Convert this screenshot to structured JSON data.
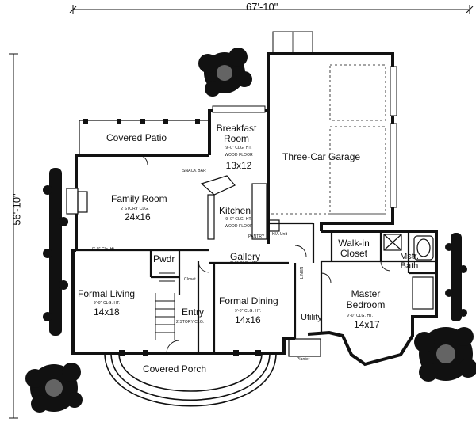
{
  "dimensions": {
    "width_label": "67'-10\"",
    "depth_label": "56'-10\""
  },
  "rooms": {
    "breakfast": {
      "name": "Breakfast Room",
      "size": "13x12",
      "notes": [
        "9'-0\" CLG. HT.",
        "WOOD FLOOR"
      ]
    },
    "covered_patio": {
      "name": "Covered Patio"
    },
    "three_car_garage": {
      "name": "Three-Car Garage"
    },
    "family_room": {
      "name": "Family Room",
      "size": "24x16",
      "notes": [
        "2 STORY CLG."
      ]
    },
    "kitchen": {
      "name": "Kitchen",
      "notes": [
        "9'-0\" CLG. HT.",
        "WOOD FLOOR"
      ]
    },
    "walk_in_closet": {
      "name": "Walk-in Closet"
    },
    "master_bath": {
      "name": "Mstr. Bath"
    },
    "gallery": {
      "name": "Gallery",
      "notes": [
        "9'-0\" CLG. HT."
      ]
    },
    "powder": {
      "name": "Pwdr"
    },
    "formal_living": {
      "name": "Formal Living",
      "size": "14x18",
      "notes": [
        "9'-0\" CLG. HT."
      ]
    },
    "entry": {
      "name": "Entry",
      "notes": [
        "2 STORY CLG."
      ]
    },
    "formal_dining": {
      "name": "Formal Dining",
      "size": "14x16",
      "notes": [
        "9'-0\" CLG. HT."
      ]
    },
    "utility": {
      "name": "Utility"
    },
    "master_bedroom": {
      "name": "Master Bedroom",
      "size": "14x17",
      "notes": [
        "9'-0\" CLG. HT."
      ]
    },
    "covered_porch": {
      "name": "Covered Porch"
    }
  },
  "small_labels": {
    "snack_bar": "SNACK BAR",
    "pantry": "PANTRY",
    "ha_unit": "H/A Unit",
    "closet": "Closet",
    "linen": "LINEN",
    "planter": "Planter",
    "clg_ht": "9'-0\" Clg. Ht."
  }
}
